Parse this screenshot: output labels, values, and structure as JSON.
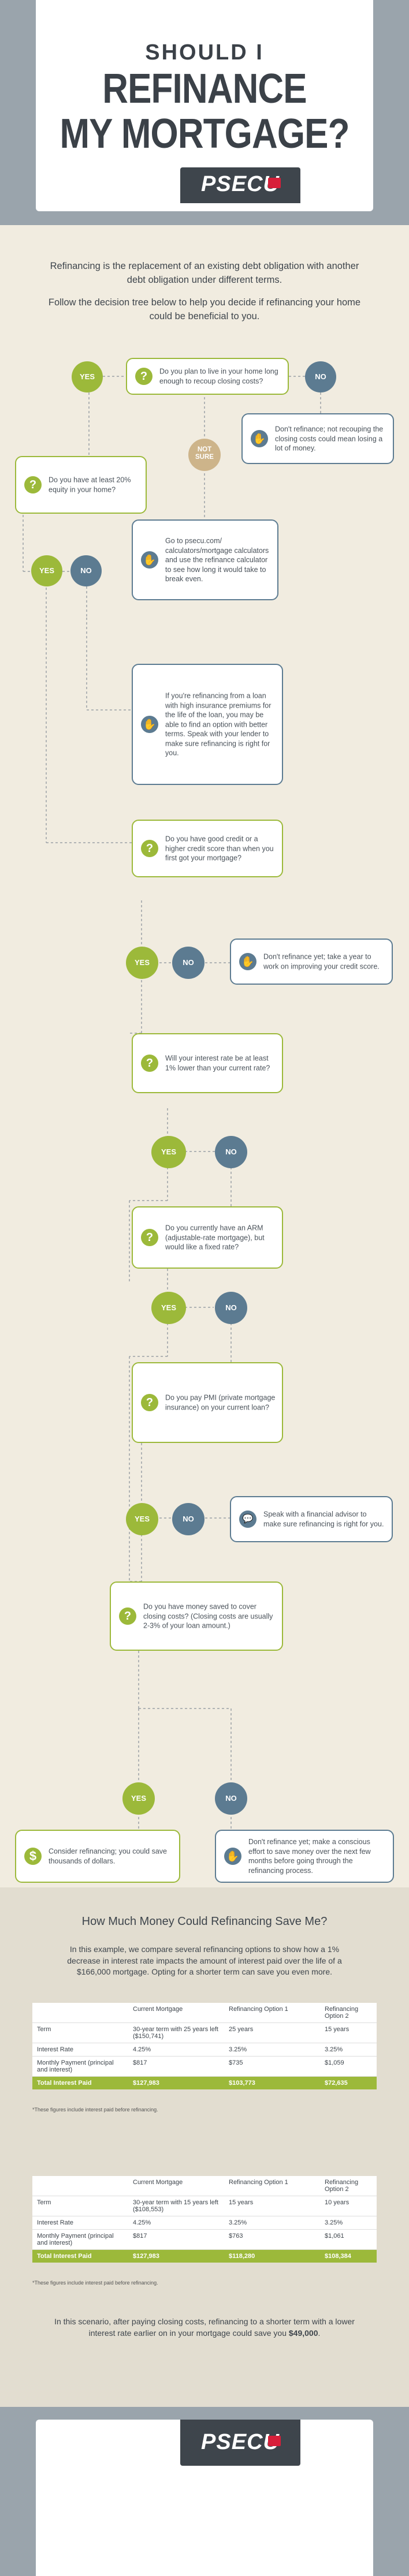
{
  "header": {
    "kicker": "SHOULD I",
    "title_line1": "REFINANCE",
    "title_line2": "MY MORTGAGE?",
    "brand": "PSECU"
  },
  "intro": {
    "p1": "Refinancing is the replacement of an existing debt obligation with another debt obligation under different terms.",
    "p2": "Follow the decision tree below to help you decide if refinancing your home could be beneficial to you."
  },
  "tree": {
    "q1": "Do you plan to live in your home long enough to recoup closing costs?",
    "q1_yes": "YES",
    "q1_no": "NO",
    "q1_notsure": "NOT SURE",
    "q1_no_result": "Don't refinance; not recouping the closing costs could mean losing a lot of money.",
    "q1_notsure_result": "Go to psecu.com/ calculators/mortgage calculators and use the refinance calculator to see how long it would take to break even.",
    "q2": "Do you have at least 20% equity in your home?",
    "q2_yes": "YES",
    "q2_no": "NO",
    "q2_no_result": "If you're refinancing from a loan with high insurance premiums for the life of the loan, you may be able to find an option with better terms. Speak with your lender to make sure refinancing is right for you.",
    "q3": "Do you have good credit or a higher credit score than when you first got your mortgage?",
    "q3_yes": "YES",
    "q3_no": "NO",
    "q3_no_result": "Don't refinance yet; take a year to work on improving your credit score.",
    "q4": "Will your interest rate be at least 1% lower than your current rate?",
    "q4_yes": "YES",
    "q4_no": "NO",
    "q5": "Do you currently have an ARM (adjustable-rate mortgage), but would like a fixed rate?",
    "q5_yes": "YES",
    "q5_no": "NO",
    "q6": "Do you pay PMI (private mortgage insurance) on your current loan?",
    "q6_yes": "YES",
    "q6_no": "NO",
    "q6_no_result": "Speak with a financial advisor to make sure refinancing is right for you.",
    "q7": "Do you have money saved to cover closing costs? (Closing costs are usually 2-3% of your loan amount.)",
    "q7_yes": "YES",
    "q7_no": "NO",
    "q7_yes_result": "Consider refinancing; you could save thousands of dollars.",
    "q7_no_result": "Don't refinance yet; make a conscious effort to save money over the next few months before going through the refinancing process."
  },
  "savings": {
    "title": "How Much Money Could Refinancing Save Me?",
    "intro": "In this example, we compare several refinancing options to show how a 1% decrease in interest rate impacts the amount of interest paid over the life of a $166,000 mortgage. Opting for a shorter term can save you even more.",
    "table1": {
      "headers": [
        "",
        "Current Mortgage",
        "Refinancing Option 1",
        "Refinancing Option 2"
      ],
      "rows": [
        [
          "Term",
          "30-year term with 25 years left ($150,741)",
          "25 years",
          "15 years"
        ],
        [
          "Interest Rate",
          "4.25%",
          "3.25%",
          "3.25%"
        ],
        [
          "Monthly Payment (principal and interest)",
          "$817",
          "$735",
          "$1,059"
        ],
        [
          "Total Interest Paid",
          "$127,983",
          "$103,773",
          "$72,635"
        ]
      ],
      "footnote": "*These figures include interest paid before refinancing."
    },
    "table2": {
      "headers": [
        "",
        "Current Mortgage",
        "Refinancing Option 1",
        "Refinancing Option 2"
      ],
      "rows": [
        [
          "Term",
          "30-year term with 15 years left ($108,553)",
          "15 years",
          "10 years"
        ],
        [
          "Interest Rate",
          "4.25%",
          "3.25%",
          "3.25%"
        ],
        [
          "Monthly Payment (principal and interest)",
          "$817",
          "$763",
          "$1,061"
        ],
        [
          "Total Interest Paid",
          "$127,983",
          "$118,280",
          "$108,384"
        ]
      ],
      "footnote": "*These figures include interest paid before refinancing."
    },
    "conclusion_lead": "In this scenario, after paying closing costs, refinancing to a shorter term with a lower interest rate earlier on in your mortgage could save you ",
    "conclusion_amount": "$49,000",
    "conclusion_end": "."
  },
  "footer": {
    "brand": "PSECU"
  },
  "colors": {
    "green": "#9cb93a",
    "slate": "#5c7b91",
    "tan": "#cdb48a",
    "page_bg": "#f1ece0",
    "header_bg": "#9aa4ac",
    "brand_red": "#d71f3a"
  },
  "icons": {
    "question": "question-icon",
    "stop": "hand-stop-icon",
    "money": "dollar-icon",
    "advisor": "chat-icon"
  }
}
